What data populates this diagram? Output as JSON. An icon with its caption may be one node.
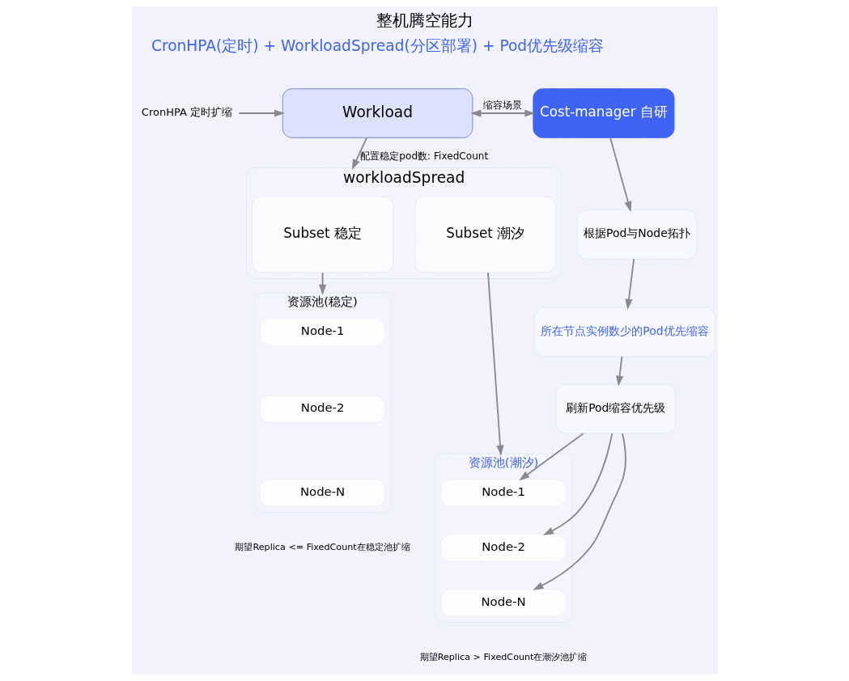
{
  "diagram": {
    "title": "整机腾空能力",
    "nodes": [
      {
        "text": [
          "CronHPA 定时扩缩"
        ]
      },
      {
        "text": [
          "Workload"
        ]
      },
      {
        "text": [
          "Cost-manager 自研"
        ]
      },
      {
        "text": [
          "workloadSpread"
        ]
      },
      {
        "text": [
          "Subset 稳定"
        ],
        "in": 3
      },
      {
        "text": [
          "Subset 潮汐"
        ],
        "in": 3
      },
      {
        "text": [
          "资源池(稳定)"
        ]
      },
      {
        "text": [
          "Node-1"
        ],
        "in": 6
      },
      {
        "text": [
          "Node-2"
        ],
        "in": 6
      },
      {
        "text": [
          "Node-N"
        ],
        "in": 6
      },
      {
        "text": [
          "资源池(潮汐)"
        ]
      },
      {
        "text": [
          "Node-1"
        ],
        "in": 10
      },
      {
        "text": [
          "Node-2"
        ],
        "in": 10
      },
      {
        "text": [
          "Node-N"
        ],
        "in": 10
      },
      {
        "text": [
          "根据Pod与Node拓扑"
        ]
      },
      {
        "text": [
          "所在节点实例数少的Pod优先缩容"
        ]
      },
      {
        "text": [
          "刷新Pod缩容优先级"
        ]
      }
    ],
    "edges": [
      {
        "from": 0,
        "to": 1,
        "arrow": "to"
      },
      {
        "from": 1,
        "to": 2,
        "arrow": "both",
        "label": "缩容场景"
      },
      {
        "from": 1,
        "to": 3,
        "arrow": "to",
        "label": "配置稳定pod数: FixedCount"
      },
      {
        "from": 4,
        "to": 6,
        "arrow": "to"
      },
      {
        "from": 5,
        "to": 10,
        "arrow": "to"
      },
      {
        "from": 2,
        "to": 14,
        "arrow": "to"
      },
      {
        "from": 14,
        "to": 15,
        "arrow": "to"
      },
      {
        "from": 15,
        "to": 16,
        "arrow": "to"
      },
      {
        "from": 16,
        "to": 11,
        "arrow": "to"
      },
      {
        "from": 16,
        "to": 12,
        "arrow": "to"
      },
      {
        "from": 16,
        "to": 13,
        "arrow": "to"
      }
    ],
    "labels": [
      "CronHPA(定时) + WorkloadSpread(分区部署) + Pod优先级缩容",
      "期望Replica <= FixedCount在稳定池扩缩",
      "期望Replica > FixedCount在潮汐池扩缩"
    ]
  }
}
